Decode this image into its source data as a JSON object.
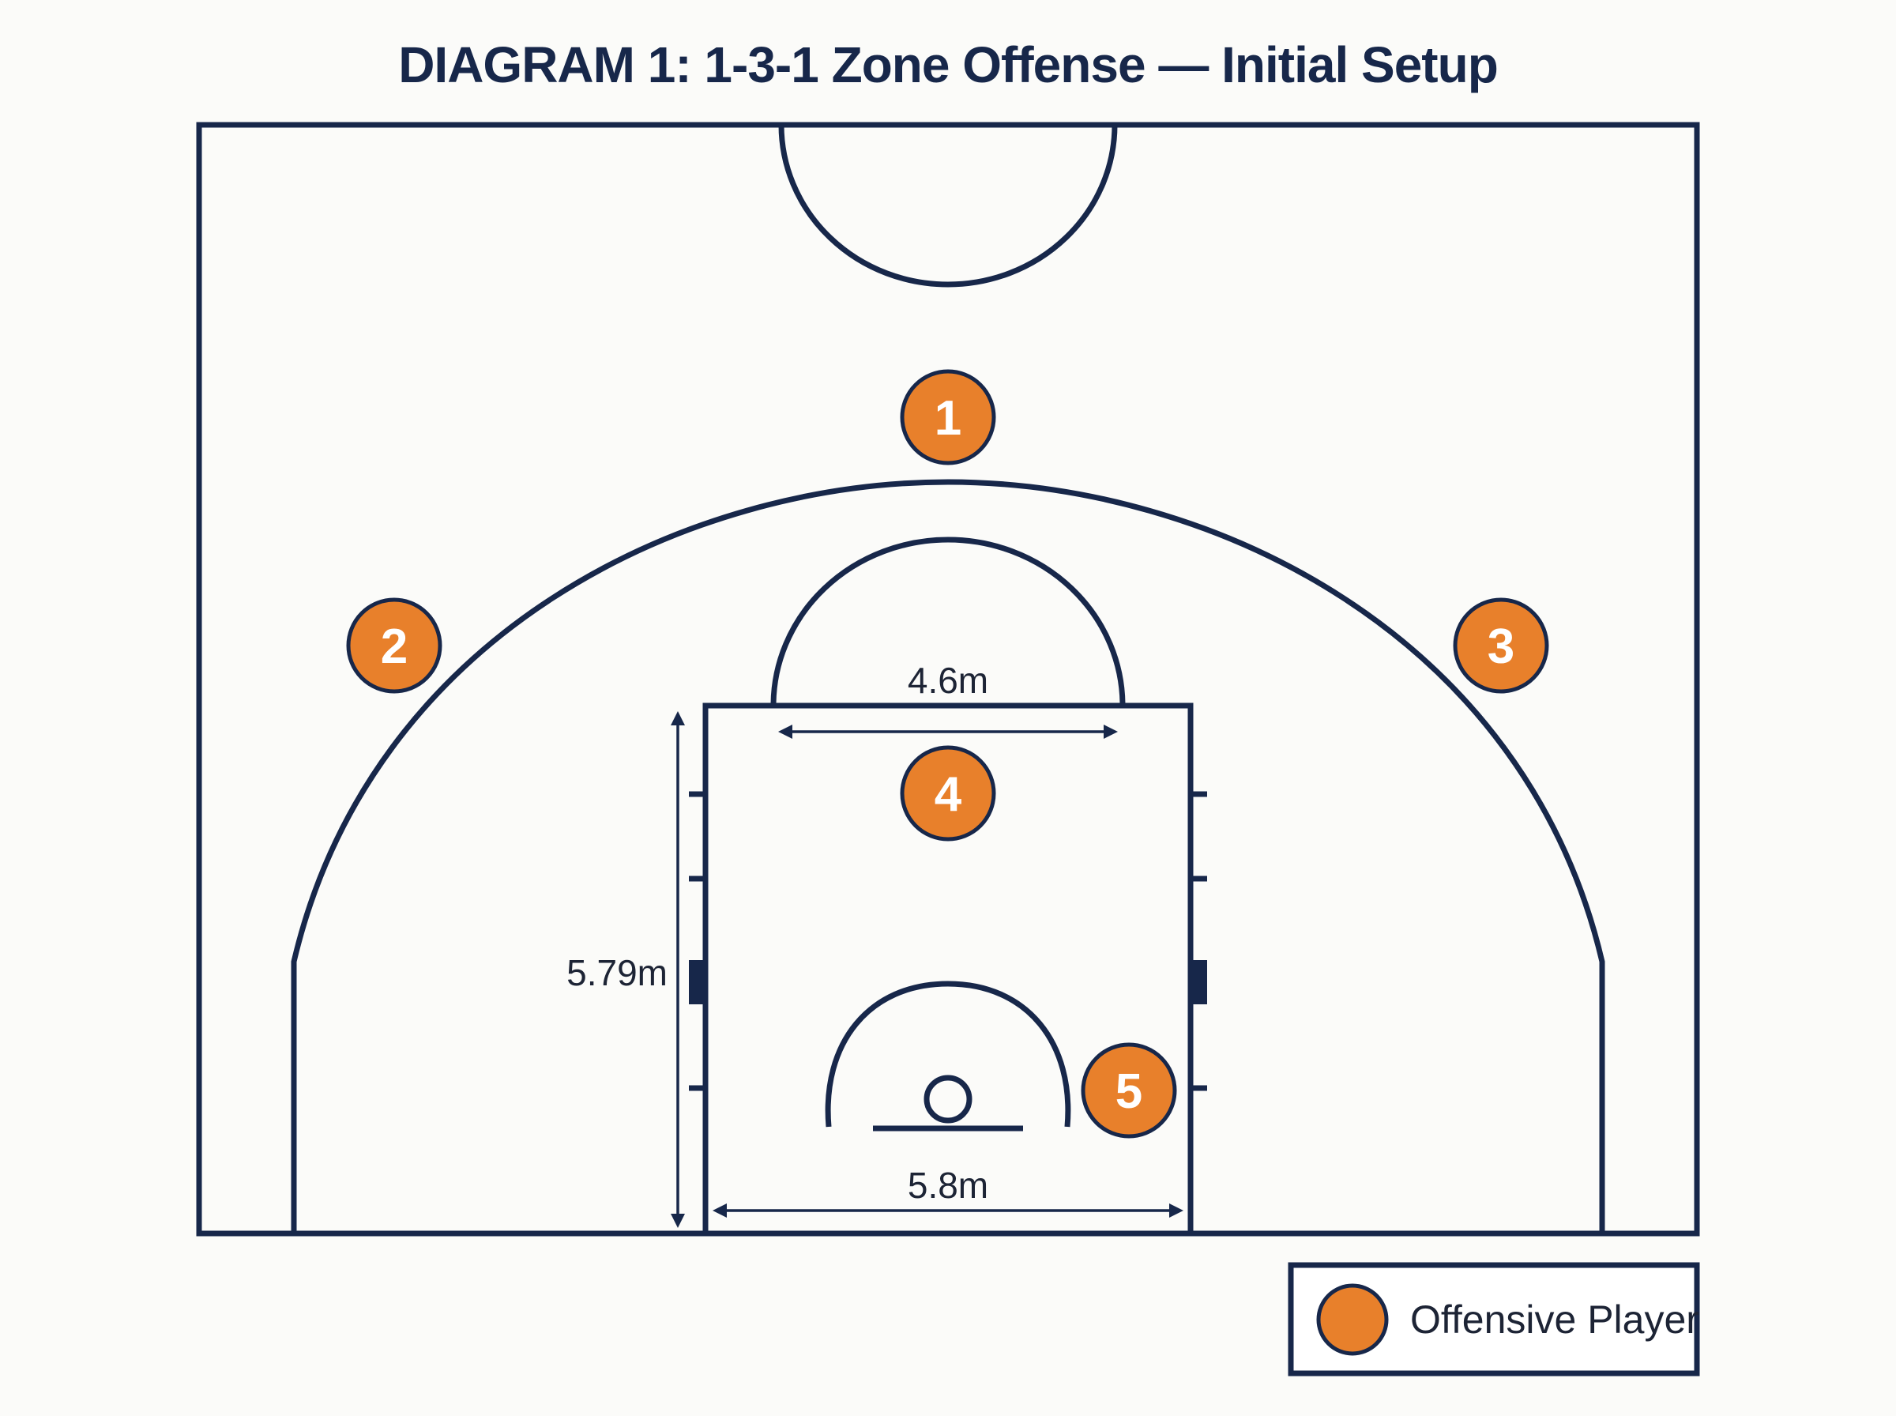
{
  "title": "DIAGRAM 1: 1-3-1 Zone Offense — Initial Setup",
  "dimensions": {
    "free_throw_width": "4.6m",
    "lane_length": "5.79m",
    "lane_width": "5.8m"
  },
  "players": [
    {
      "number": "1",
      "role": "offensive"
    },
    {
      "number": "2",
      "role": "offensive"
    },
    {
      "number": "3",
      "role": "offensive"
    },
    {
      "number": "4",
      "role": "offensive"
    },
    {
      "number": "5",
      "role": "offensive"
    }
  ],
  "legend": {
    "label": "Offensive Player"
  },
  "colors": {
    "line": "#17274a",
    "player_fill": "#e8802b",
    "background": "#fbfbf9"
  }
}
